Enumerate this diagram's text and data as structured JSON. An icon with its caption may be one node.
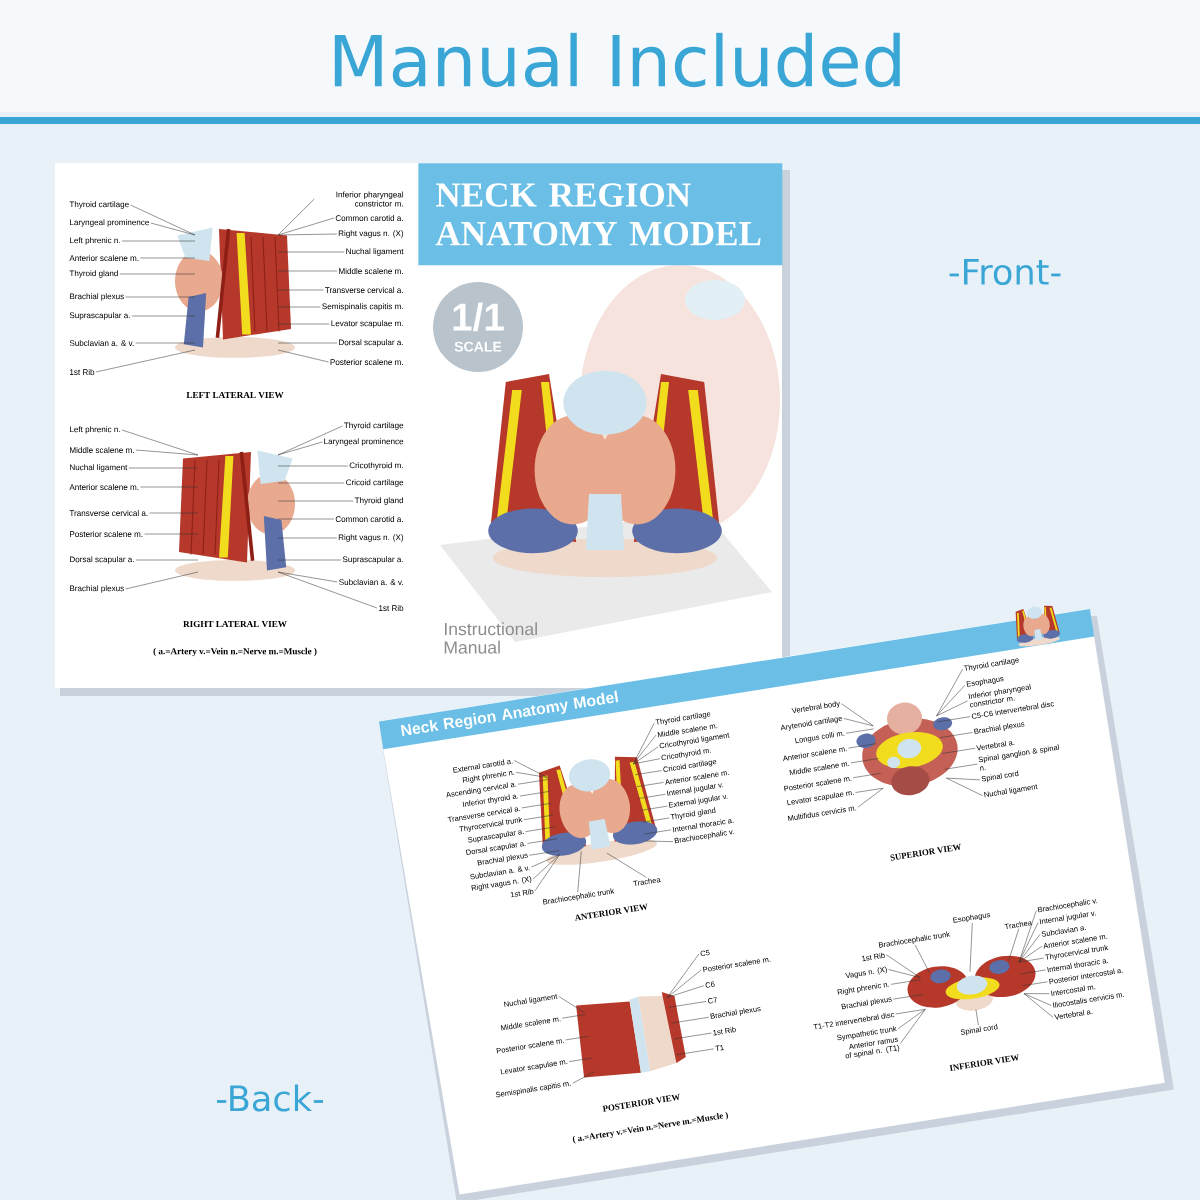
{
  "diagram": {
    "title": "Manual Included",
    "nodes": [
      {
        "text": [
          "NECK REGION ANATOMY MODEL"
        ]
      },
      {
        "text": [
          "1/1",
          "SCALE"
        ]
      },
      {
        "text": [
          "Thyroid cartilage"
        ]
      },
      {
        "text": [
          "Laryngeal prominence"
        ]
      },
      {
        "text": [
          "Left phrenic n."
        ]
      },
      {
        "text": [
          "Anterior scalene m."
        ]
      },
      {
        "text": [
          "Thyroid gland"
        ]
      },
      {
        "text": [
          "Brachial plexus"
        ]
      },
      {
        "text": [
          "Suprascapular a."
        ]
      },
      {
        "text": [
          "Subclavian a. & v."
        ]
      },
      {
        "text": [
          "1st Rib"
        ]
      },
      {
        "text": [
          "Inferior pharyngeal constrictor m."
        ]
      },
      {
        "text": [
          "Common carotid a."
        ]
      },
      {
        "text": [
          "Right vagus n. (X)"
        ]
      },
      {
        "text": [
          "Nuchal ligament"
        ]
      },
      {
        "text": [
          "Middle scalene m."
        ]
      },
      {
        "text": [
          "Transverse cervical a."
        ]
      },
      {
        "text": [
          "Semispinalis capitis m."
        ]
      },
      {
        "text": [
          "Levator scapulae m."
        ]
      },
      {
        "text": [
          "Dorsal scapular a."
        ]
      },
      {
        "text": [
          "Posterior scalene m."
        ]
      },
      {
        "text": [
          "Left phrenic n."
        ]
      },
      {
        "text": [
          "Middle scalene m."
        ]
      },
      {
        "text": [
          "Nuchal ligament"
        ]
      },
      {
        "text": [
          "Anterior scalene m."
        ]
      },
      {
        "text": [
          "Transverse cervical a."
        ]
      },
      {
        "text": [
          "Posterior scalene m."
        ]
      },
      {
        "text": [
          "Dorsal scapular a."
        ]
      },
      {
        "text": [
          "Brachial plexus"
        ]
      },
      {
        "text": [
          "Thyroid cartilage"
        ]
      },
      {
        "text": [
          "Laryngeal prominence"
        ]
      },
      {
        "text": [
          "Cricothyroid m."
        ]
      },
      {
        "text": [
          "Cricoid cartilage"
        ]
      },
      {
        "text": [
          "Thyroid gland"
        ]
      },
      {
        "text": [
          "Common carotid a."
        ]
      },
      {
        "text": [
          "Right vagus n. (X)"
        ]
      },
      {
        "text": [
          "Suprascapular a."
        ]
      },
      {
        "text": [
          "Subclavian a. & v."
        ]
      },
      {
        "text": [
          "1st Rib"
        ]
      },
      {
        "text": [
          "Neck Region Anatomy Model"
        ]
      },
      {
        "text": [
          "External carotid a."
        ]
      },
      {
        "text": [
          "Right phrenic n."
        ]
      },
      {
        "text": [
          "Ascending cervical a."
        ]
      },
      {
        "text": [
          "Inferior thyroid a."
        ]
      },
      {
        "text": [
          "Transverse cervical a."
        ]
      },
      {
        "text": [
          "Thyrocervical trunk"
        ]
      },
      {
        "text": [
          "Suprascapular a."
        ]
      },
      {
        "text": [
          "Dorsal scapular a."
        ]
      },
      {
        "text": [
          "Brachial plexus"
        ]
      },
      {
        "text": [
          "Subclavian a. & v."
        ]
      },
      {
        "text": [
          "Right vagus n. (X)"
        ]
      },
      {
        "text": [
          "1st Rib"
        ]
      },
      {
        "text": [
          "Brachiocephalic trunk"
        ]
      },
      {
        "text": [
          "Trachea"
        ]
      },
      {
        "text": [
          "Thyroid cartilage"
        ]
      },
      {
        "text": [
          "Middle scalene m."
        ]
      },
      {
        "text": [
          "Cricothyroid ligament"
        ]
      },
      {
        "text": [
          "Cricothyroid m."
        ]
      },
      {
        "text": [
          "Cricoid cartilage"
        ]
      },
      {
        "text": [
          "Anterior scalene m."
        ]
      },
      {
        "text": [
          "Internal jugular v."
        ]
      },
      {
        "text": [
          "External jugular v."
        ]
      },
      {
        "text": [
          "Thyroid gland"
        ]
      },
      {
        "text": [
          "Internal thoracic a."
        ]
      },
      {
        "text": [
          "Brachiocephalic v."
        ]
      },
      {
        "text": [
          "Vertebral body"
        ]
      },
      {
        "text": [
          "Arytenoid cartilage"
        ]
      },
      {
        "text": [
          "Longus colli m."
        ]
      },
      {
        "text": [
          "Anterior scalene m."
        ]
      },
      {
        "text": [
          "Middle scalene m."
        ]
      },
      {
        "text": [
          "Posterior scalene m."
        ]
      },
      {
        "text": [
          "Levator scapulae m."
        ]
      },
      {
        "text": [
          "Multifidus cervicis m."
        ]
      },
      {
        "text": [
          "Thyroid cartilage"
        ]
      },
      {
        "text": [
          "Esophagus"
        ]
      },
      {
        "text": [
          "Inferior pharyngeal constrictor m."
        ]
      },
      {
        "text": [
          "C5-C6 intervertebral disc"
        ]
      },
      {
        "text": [
          "Brachial plexus"
        ]
      },
      {
        "text": [
          "Vertebral a."
        ]
      },
      {
        "text": [
          "Spinal ganglion & spinal n."
        ]
      },
      {
        "text": [
          "Spinal cord"
        ]
      },
      {
        "text": [
          "Nuchal ligament"
        ]
      },
      {
        "text": [
          "Nuchal ligament"
        ]
      },
      {
        "text": [
          "Middle scalene m."
        ]
      },
      {
        "text": [
          "Posterior scalene m."
        ]
      },
      {
        "text": [
          "Levator scapulae m."
        ]
      },
      {
        "text": [
          "Semispinalis capitis m."
        ]
      },
      {
        "text": [
          "C5"
        ]
      },
      {
        "text": [
          "Posterior scalene m."
        ]
      },
      {
        "text": [
          "C6"
        ]
      },
      {
        "text": [
          "C7"
        ]
      },
      {
        "text": [
          "Brachial plexus"
        ]
      },
      {
        "text": [
          "1st Rib"
        ]
      },
      {
        "text": [
          "T1"
        ]
      },
      {
        "text": [
          "Brachiocephalic trunk"
        ]
      },
      {
        "text": [
          "Esophagus"
        ]
      },
      {
        "text": [
          "Trachea"
        ]
      },
      {
        "text": [
          "1st Rib"
        ]
      },
      {
        "text": [
          "Vagus n. (X)"
        ]
      },
      {
        "text": [
          "Right phrenic n."
        ]
      },
      {
        "text": [
          "Brachial plexus"
        ]
      },
      {
        "text": [
          "T1-T2 intervertebral disc"
        ]
      },
      {
        "text": [
          "Sympathetic trunk"
        ]
      },
      {
        "text": [
          "Anterior ramus of spinal n. (T1)"
        ]
      },
      {
        "text": [
          "Spinal cord"
        ]
      },
      {
        "text": [
          "Brachiocephalic v."
        ]
      },
      {
        "text": [
          "Internal jugular v."
        ]
      },
      {
        "text": [
          "Subclavian a."
        ]
      },
      {
        "text": [
          "Anterior scalene m."
        ]
      },
      {
        "text": [
          "Thyrocervical trunk"
        ]
      },
      {
        "text": [
          "Internal thoracic a."
        ]
      },
      {
        "text": [
          "Posterior intercostal a."
        ]
      },
      {
        "text": [
          "Intercostal m."
        ]
      },
      {
        "text": [
          "Iliocostalis cervicis m."
        ]
      },
      {
        "text": [
          "Vertebral a."
        ]
      },
      {
        "text": [],
        "shape": "picture"
      },
      {
        "text": [],
        "shape": "picture"
      },
      {
        "text": [],
        "shape": "picture"
      },
      {
        "text": [],
        "shape": "picture"
      },
      {
        "text": [],
        "shape": "picture"
      },
      {
        "text": [],
        "shape": "picture"
      }
    ],
    "edges": [
      {
        "from": 2,
        "to": 115,
        "arrow": "none"
      },
      {
        "from": 3,
        "to": 115,
        "arrow": "none"
      },
      {
        "from": 4,
        "to": 115,
        "arrow": "none"
      },
      {
        "from": 5,
        "to": 115,
        "arrow": "none"
      },
      {
        "from": 6,
        "to": 115,
        "arrow": "none"
      },
      {
        "from": 7,
        "to": 115,
        "arrow": "none"
      },
      {
        "from": 8,
        "to": 115,
        "arrow": "none"
      },
      {
        "from": 9,
        "to": 115,
        "arrow": "none"
      },
      {
        "from": 10,
        "to": 115,
        "arrow": "none"
      },
      {
        "from": 11,
        "to": 115,
        "arrow": "none"
      },
      {
        "from": 12,
        "to": 115,
        "arrow": "none"
      },
      {
        "from": 13,
        "to": 115,
        "arrow": "none"
      },
      {
        "from": 14,
        "to": 115,
        "arrow": "none"
      },
      {
        "from": 15,
        "to": 115,
        "arrow": "none"
      },
      {
        "from": 16,
        "to": 115,
        "arrow": "none"
      },
      {
        "from": 17,
        "to": 115,
        "arrow": "none"
      },
      {
        "from": 18,
        "to": 115,
        "arrow": "none"
      },
      {
        "from": 19,
        "to": 115,
        "arrow": "none"
      },
      {
        "from": 20,
        "to": 115,
        "arrow": "none"
      },
      {
        "from": 21,
        "to": 116,
        "arrow": "none"
      },
      {
        "from": 22,
        "to": 116,
        "arrow": "none"
      },
      {
        "from": 23,
        "to": 116,
        "arrow": "none"
      },
      {
        "from": 24,
        "to": 116,
        "arrow": "none"
      },
      {
        "from": 25,
        "to": 116,
        "arrow": "none"
      },
      {
        "from": 26,
        "to": 116,
        "arrow": "none"
      },
      {
        "from": 27,
        "to": 116,
        "arrow": "none"
      },
      {
        "from": 28,
        "to": 116,
        "arrow": "none"
      },
      {
        "from": 29,
        "to": 116,
        "arrow": "none"
      },
      {
        "from": 30,
        "to": 116,
        "arrow": "none"
      },
      {
        "from": 31,
        "to": 116,
        "arrow": "none"
      },
      {
        "from": 32,
        "to": 116,
        "arrow": "none"
      },
      {
        "from": 33,
        "to": 116,
        "arrow": "none"
      },
      {
        "from": 34,
        "to": 116,
        "arrow": "none"
      },
      {
        "from": 35,
        "to": 116,
        "arrow": "none"
      },
      {
        "from": 36,
        "to": 116,
        "arrow": "none"
      },
      {
        "from": 37,
        "to": 116,
        "arrow": "none"
      },
      {
        "from": 38,
        "to": 116,
        "arrow": "none"
      },
      {
        "from": 40,
        "to": 117,
        "arrow": "none"
      },
      {
        "from": 41,
        "to": 117,
        "arrow": "none"
      },
      {
        "from": 42,
        "to": 117,
        "arrow": "none"
      },
      {
        "from": 43,
        "to": 117,
        "arrow": "none"
      },
      {
        "from": 44,
        "to": 117,
        "arrow": "none"
      },
      {
        "from": 45,
        "to": 117,
        "arrow": "none"
      },
      {
        "from": 46,
        "to": 117,
        "arrow": "none"
      },
      {
        "from": 47,
        "to": 117,
        "arrow": "none"
      },
      {
        "from": 48,
        "to": 117,
        "arrow": "none"
      },
      {
        "from": 49,
        "to": 117,
        "arrow": "none"
      },
      {
        "from": 50,
        "to": 117,
        "arrow": "none"
      },
      {
        "from": 51,
        "to": 117,
        "arrow": "none"
      },
      {
        "from": 52,
        "to": 117,
        "arrow": "none"
      },
      {
        "from": 53,
        "to": 117,
        "arrow": "none"
      },
      {
        "from": 54,
        "to": 117,
        "arrow": "none"
      },
      {
        "from": 55,
        "to": 117,
        "arrow": "none"
      },
      {
        "from": 56,
        "to": 117,
        "arrow": "none"
      },
      {
        "from": 57,
        "to": 117,
        "arrow": "none"
      },
      {
        "from": 58,
        "to": 117,
        "arrow": "none"
      },
      {
        "from": 59,
        "to": 117,
        "arrow": "none"
      },
      {
        "from": 60,
        "to": 117,
        "arrow": "none"
      },
      {
        "from": 61,
        "to": 117,
        "arrow": "none"
      },
      {
        "from": 62,
        "to": 117,
        "arrow": "none"
      },
      {
        "from": 63,
        "to": 117,
        "arrow": "none"
      },
      {
        "from": 64,
        "to": 117,
        "arrow": "none"
      },
      {
        "from": 65,
        "to": 118,
        "arrow": "none"
      },
      {
        "from": 66,
        "to": 118,
        "arrow": "none"
      },
      {
        "from": 67,
        "to": 118,
        "arrow": "none"
      },
      {
        "from": 68,
        "to": 118,
        "arrow": "none"
      },
      {
        "from": 69,
        "to": 118,
        "arrow": "none"
      },
      {
        "from": 70,
        "to": 118,
        "arrow": "none"
      },
      {
        "from": 71,
        "to": 118,
        "arrow": "none"
      },
      {
        "from": 72,
        "to": 118,
        "arrow": "none"
      },
      {
        "from": 73,
        "to": 118,
        "arrow": "none"
      },
      {
        "from": 74,
        "to": 118,
        "arrow": "none"
      },
      {
        "from": 75,
        "to": 118,
        "arrow": "none"
      },
      {
        "from": 76,
        "to": 118,
        "arrow": "none"
      },
      {
        "from": 77,
        "to": 118,
        "arrow": "none"
      },
      {
        "from": 78,
        "to": 118,
        "arrow": "none"
      },
      {
        "from": 79,
        "to": 118,
        "arrow": "none"
      },
      {
        "from": 80,
        "to": 118,
        "arrow": "none"
      },
      {
        "from": 81,
        "to": 118,
        "arrow": "none"
      },
      {
        "from": 82,
        "to": 119,
        "arrow": "none"
      },
      {
        "from": 83,
        "to": 119,
        "arrow": "none"
      },
      {
        "from": 84,
        "to": 119,
        "arrow": "none"
      },
      {
        "from": 85,
        "to": 119,
        "arrow": "none"
      },
      {
        "from": 86,
        "to": 119,
        "arrow": "none"
      },
      {
        "from": 87,
        "to": 119,
        "arrow": "none"
      },
      {
        "from": 88,
        "to": 119,
        "arrow": "none"
      },
      {
        "from": 89,
        "to": 119,
        "arrow": "none"
      },
      {
        "from": 90,
        "to": 119,
        "arrow": "none"
      },
      {
        "from": 91,
        "to": 119,
        "arrow": "none"
      },
      {
        "from": 92,
        "to": 119,
        "arrow": "none"
      },
      {
        "from": 93,
        "to": 119,
        "arrow": "none"
      },
      {
        "from": 94,
        "to": 120,
        "arrow": "none"
      },
      {
        "from": 95,
        "to": 120,
        "arrow": "none"
      },
      {
        "from": 96,
        "to": 120,
        "arrow": "none"
      },
      {
        "from": 97,
        "to": 120,
        "arrow": "none"
      },
      {
        "from": 98,
        "to": 120,
        "arrow": "none"
      },
      {
        "from": 99,
        "to": 120,
        "arrow": "none"
      },
      {
        "from": 100,
        "to": 120,
        "arrow": "none"
      },
      {
        "from": 101,
        "to": 120,
        "arrow": "none"
      },
      {
        "from": 102,
        "to": 120,
        "arrow": "none"
      },
      {
        "from": 103,
        "to": 120,
        "arrow": "none"
      },
      {
        "from": 104,
        "to": 120,
        "arrow": "none"
      },
      {
        "from": 105,
        "to": 120,
        "arrow": "none"
      },
      {
        "from": 106,
        "to": 120,
        "arrow": "none"
      },
      {
        "from": 107,
        "to": 120,
        "arrow": "none"
      },
      {
        "from": 108,
        "to": 120,
        "arrow": "none"
      },
      {
        "from": 109,
        "to": 120,
        "arrow": "none"
      },
      {
        "from": 110,
        "to": 120,
        "arrow": "none"
      },
      {
        "from": 111,
        "to": 120,
        "arrow": "none"
      },
      {
        "from": 112,
        "to": 120,
        "arrow": "none"
      },
      {
        "from": 113,
        "to": 120,
        "arrow": "none"
      },
      {
        "from": 114,
        "to": 120,
        "arrow": "none"
      }
    ],
    "labels": [
      "LEFT LATERAL VIEW",
      "RIGHT LATERAL VIEW",
      "( a.=Artery v.=Vein n.=Nerve m.=Muscle )",
      "Instructional Manual",
      "-Front-",
      "ANTERIOR VIEW",
      "SUPERIOR VIEW",
      "POSTERIOR VIEW",
      "INFERIOR VIEW",
      "( a.=Artery v.=Vein n.=Nerve m.=Muscle )",
      "-Back-"
    ]
  }
}
